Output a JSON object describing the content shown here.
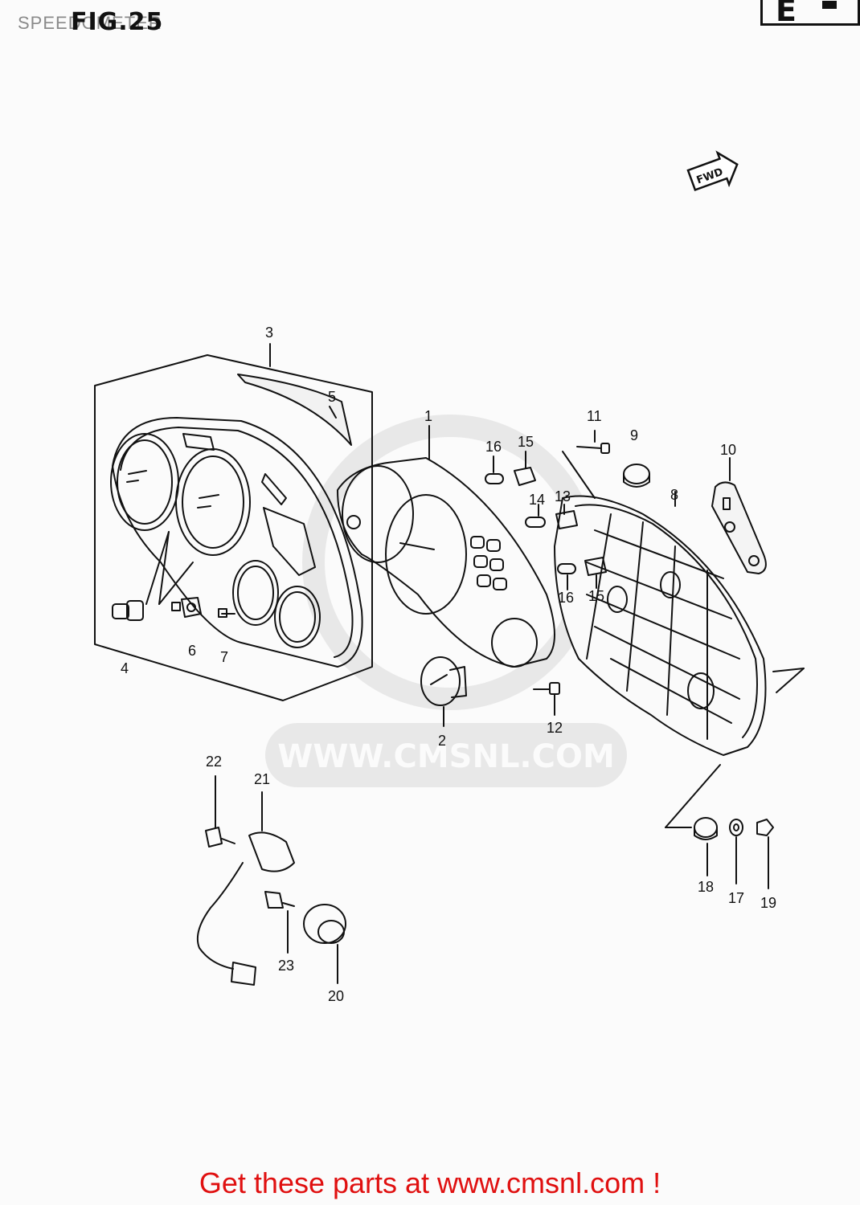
{
  "header": {
    "title": "SPEEDOMETER",
    "figure": "FIG.25",
    "section": "E"
  },
  "watermark": "WWW.CMSNL.COM",
  "fwd_label": "FWD",
  "callouts": {
    "c1": "1",
    "c2": "2",
    "c3": "3",
    "c4": "4",
    "c5": "5",
    "c6": "6",
    "c7": "7",
    "c8": "8",
    "c9": "9",
    "c10": "10",
    "c11": "11",
    "c12": "12",
    "c13": "13",
    "c14": "14",
    "c15a": "15",
    "c15b": "15",
    "c16a": "16",
    "c16b": "16",
    "c17": "17",
    "c18": "18",
    "c19": "19",
    "c20": "20",
    "c21": "21",
    "c22": "22",
    "c23": "23"
  },
  "footer": {
    "link_text": "Get these parts at www.cmsnl.com !"
  },
  "colors": {
    "link": "#e01010",
    "ink": "#111111"
  }
}
